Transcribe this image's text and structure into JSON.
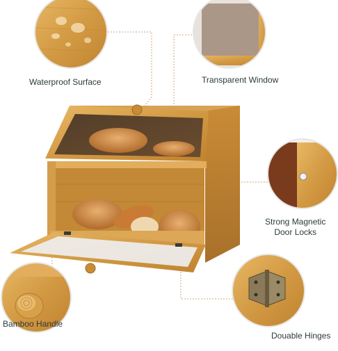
{
  "features": {
    "waterproof": "Waterproof Surface",
    "window": "Transparent Window",
    "magnetic_line1": "Strong Magnetic",
    "magnetic_line2": "Door Locks",
    "handle": "Bamboo Handle",
    "hinges": "Douable Hinges"
  },
  "colors": {
    "bamboo": "#d9a24a",
    "bamboo_dark": "#b97b2c",
    "leader": "#c8a878",
    "text": "#2b3a3a"
  }
}
